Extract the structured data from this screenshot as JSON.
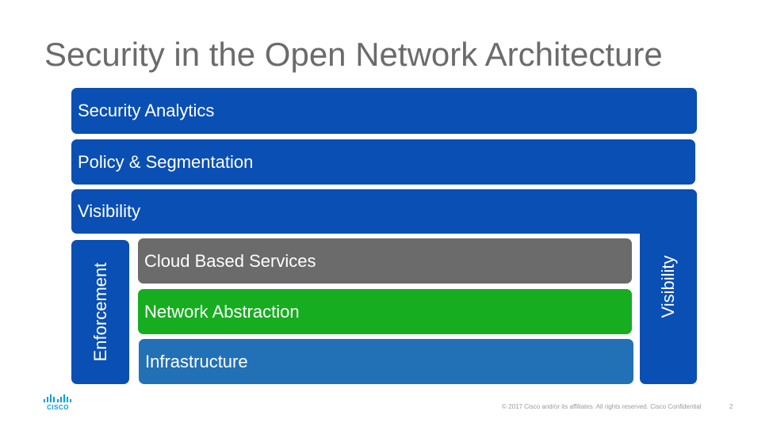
{
  "slide": {
    "title": "Security in the Open Network Architecture",
    "layers": {
      "security_analytics": "Security Analytics",
      "policy_segmentation": "Policy & Segmentation",
      "visibility_top": "Visibility",
      "cloud_services": "Cloud Based Services",
      "network_abstraction": "Network Abstraction",
      "infrastructure": "Infrastructure",
      "enforcement": "Enforcement",
      "visibility_side": "Visibility"
    },
    "colors": {
      "blue": "#0a4fb4",
      "gray": "#6b6b6b",
      "green": "#17ad21",
      "steel_blue": "#2271b6"
    }
  },
  "footer": {
    "logo_text": "CISCO",
    "copyright": "© 2017  Cisco and/or its affiliates. All rights reserved.   Cisco Confidential",
    "page_number": "2"
  }
}
